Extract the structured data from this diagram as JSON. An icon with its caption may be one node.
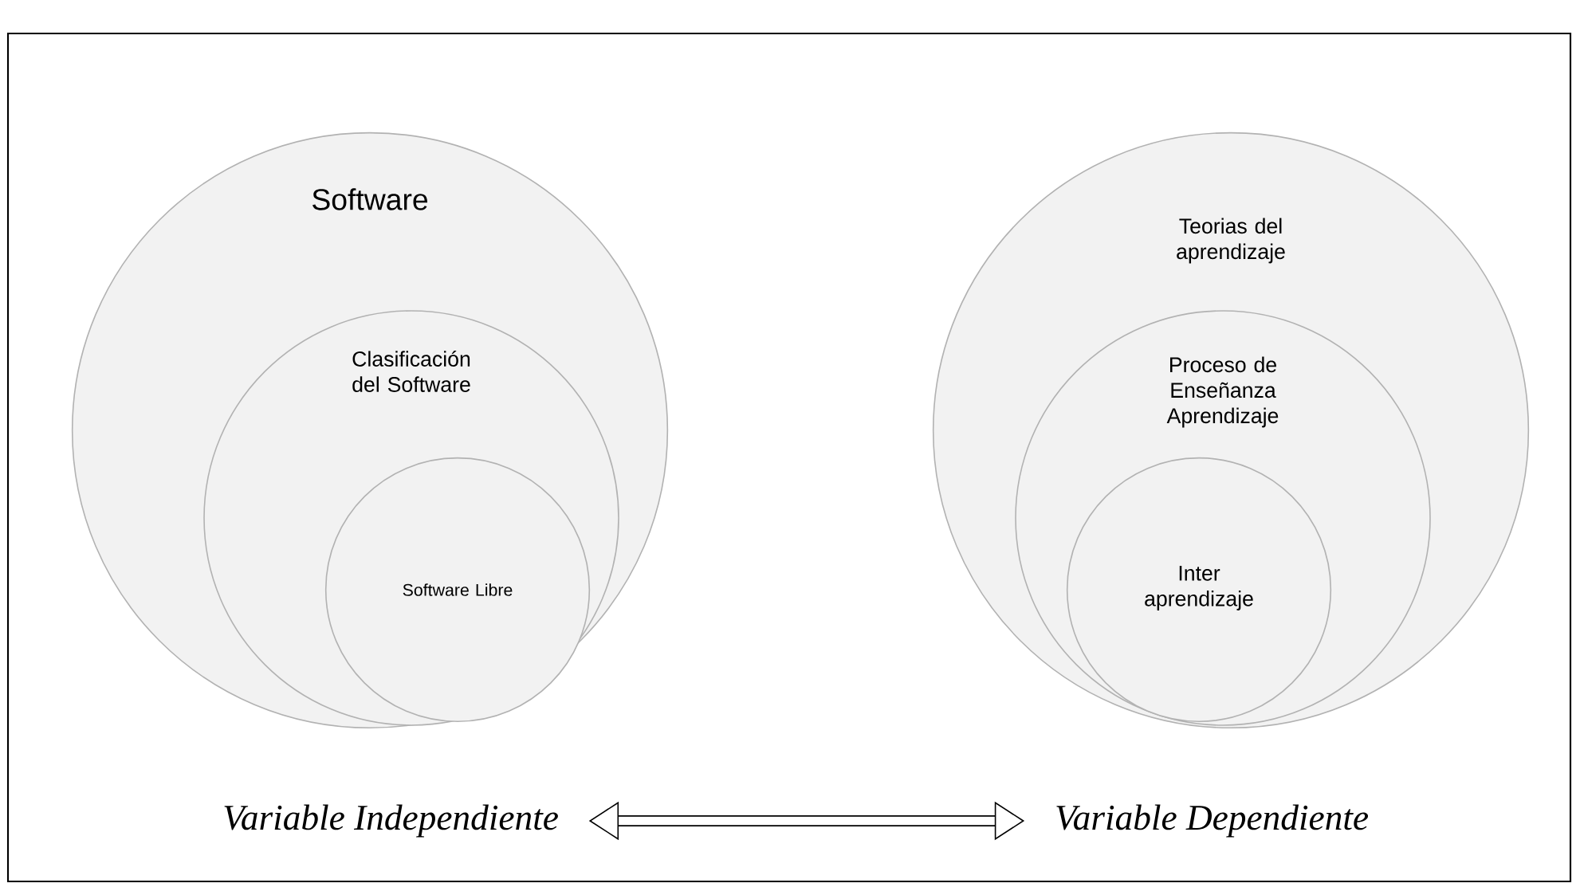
{
  "diagram": {
    "nodes": [
      {
        "text": [
          "Software"
        ]
      },
      {
        "text": [
          "Clasificación del Software"
        ],
        "in": 0
      },
      {
        "text": [
          "Software Libre"
        ],
        "in": 1
      },
      {
        "text": [
          "Teorias del aprendizaje"
        ]
      },
      {
        "text": [
          "Proceso de Enseñanza Aprendizaje"
        ],
        "in": 3
      },
      {
        "text": [
          "Inter aprendizaje"
        ],
        "in": 4
      },
      {
        "text": [
          "Variable Independiente"
        ]
      },
      {
        "text": [
          "Variable Dependiente"
        ]
      }
    ],
    "edges": [
      {
        "from": 6,
        "to": 7,
        "arrow": "both"
      }
    ]
  }
}
